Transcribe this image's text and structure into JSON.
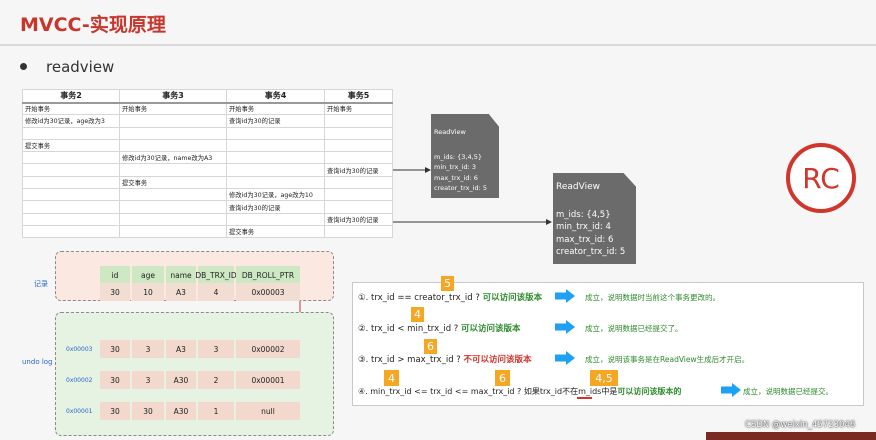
{
  "title": "MVCC-实现原理",
  "bullet": "readview",
  "table": {
    "headers": [
      "事务2",
      "事务3",
      "事务4",
      "事务5"
    ],
    "rows": [
      [
        "开始事务",
        "开始事务",
        "开始事务",
        "开始事务"
      ],
      [
        "修改id为30记录，age改为3",
        "",
        "查询id为30的记录",
        ""
      ],
      [
        "",
        "",
        "",
        ""
      ],
      [
        "提交事务",
        "",
        "",
        ""
      ],
      [
        "",
        "修改id为30记录，name改为A3",
        "",
        ""
      ],
      [
        "",
        "",
        "",
        "查询id为30的记录"
      ],
      [
        "",
        "提交事务",
        "",
        ""
      ],
      [
        "",
        "",
        "修改id为30记录，age改为10",
        ""
      ],
      [
        "",
        "",
        "查询id为30的记录",
        ""
      ],
      [
        "",
        "",
        "",
        "查询id为30的记录"
      ],
      [
        "",
        "",
        "提交事务",
        ""
      ]
    ]
  },
  "readview_small": {
    "title": "ReadView",
    "lines": [
      "m_ids: {3,4,5}",
      "min_trx_id: 3",
      "max_trx_id: 6",
      "creator_trx_id: 5"
    ]
  },
  "readview_large": {
    "title": "ReadView",
    "lines": [
      "m_ids: {4,5}",
      "min_trx_id: 4",
      "max_trx_id: 6",
      "creator_trx_id: 5"
    ]
  },
  "rc_badge": "RC",
  "record": {
    "label": "记录",
    "headers": [
      "id",
      "age",
      "name",
      "DB_TRX_ID",
      "DB_ROLL_PTR"
    ],
    "values": [
      "30",
      "10",
      "A3",
      "4",
      "0x00003"
    ]
  },
  "undo_log": {
    "label": "undo log",
    "rows": [
      {
        "addr": "0x00003",
        "values": [
          "30",
          "3",
          "A3",
          "3",
          "0x00002"
        ]
      },
      {
        "addr": "0x00002",
        "values": [
          "30",
          "3",
          "A30",
          "2",
          "0x00001"
        ]
      },
      {
        "addr": "0x00001",
        "values": [
          "30",
          "30",
          "A30",
          "1",
          "null"
        ]
      }
    ]
  },
  "rules": [
    {
      "prefix": "①. trx_id  == creator_trx_id ?",
      "verdict": "可以访问该版本",
      "verdict_color": "green",
      "result": "成立，说明数据时当前这个事务更改的。",
      "tag": "5"
    },
    {
      "prefix": "②. trx_id < min_trx_id ?",
      "verdict": "可以访问该版本",
      "verdict_color": "green",
      "result": "成立，说明数据已经提交了。",
      "tag": "4"
    },
    {
      "prefix": "③. trx_id > max_trx_id ?",
      "verdict": "不可以访问该版本",
      "verdict_color": "red",
      "result": "成立，说明该事务是在ReadView生成后才开启。",
      "tag": "6"
    },
    {
      "prefix": "④.  min_trx_id <= trx_id <= max_trx_id ? 如果trx_id",
      "mid": "不在",
      "suffix": "m_ids中是",
      "verdict": "可以访问该版本的",
      "verdict_color": "green",
      "result": "成立，说明数据已经提交。",
      "tag_a": "4",
      "tag_b": "6",
      "tag_c": "4,5"
    }
  ],
  "colors": {
    "accent": "#c9352b",
    "green": "#2e8b2e",
    "red": "#d2342b",
    "arrow": "#1ea1f2",
    "tag": "#f5a623"
  },
  "watermark": "CSDN @weixin_45723046"
}
